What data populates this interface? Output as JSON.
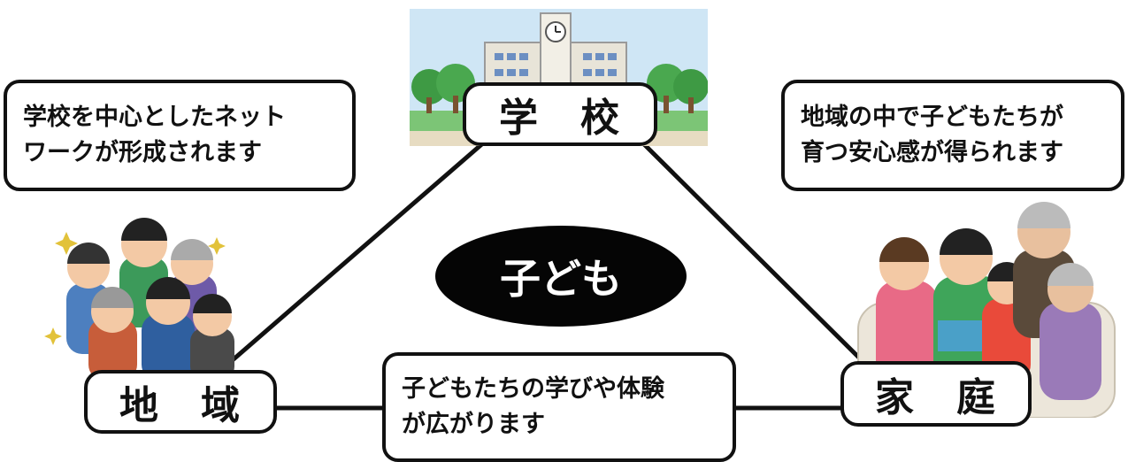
{
  "nodes": {
    "school": "学　校",
    "community": "地　域",
    "family": "家　庭"
  },
  "center": "子ども",
  "notes": {
    "school_network": "学校を中心としたネット\nワークが形成されます",
    "community_safety": "地域の中で子どもたちが\n育つ安心感が得られます",
    "learning": "子どもたちの学びや体験\nが広がります"
  },
  "colors": {
    "line": "#111111",
    "center_fill": "#050505",
    "sky": "#cfe6f5",
    "grass": "#7cc576",
    "building": "#e8e4d8"
  },
  "illustrations": {
    "school": "school-building-icon",
    "community": "community-people-icon",
    "family": "family-on-sofa-icon"
  }
}
